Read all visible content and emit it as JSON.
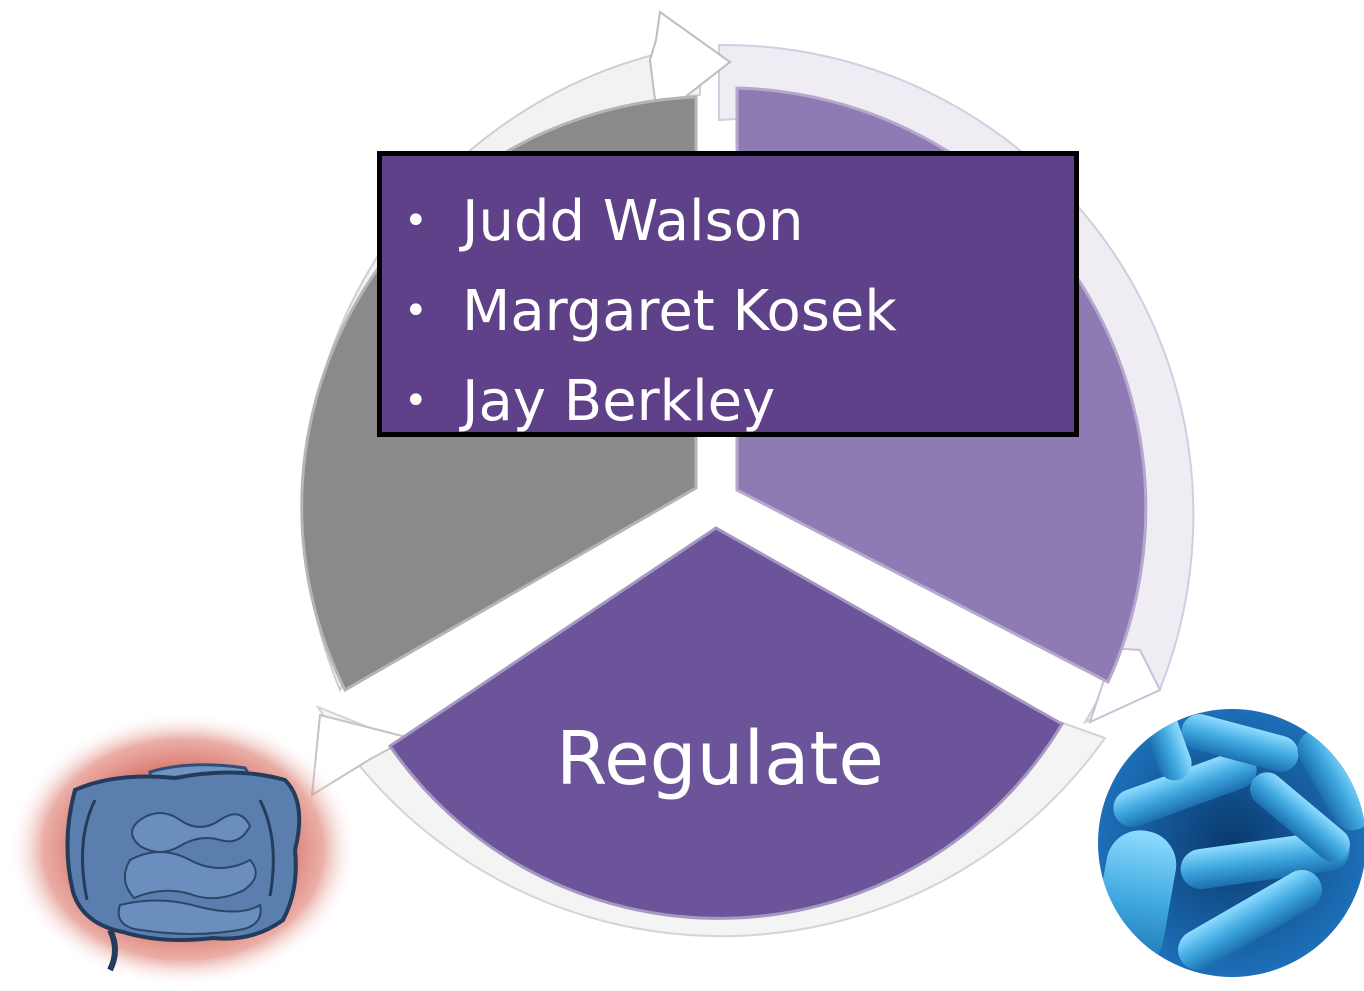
{
  "cycle": {
    "segments": [
      {
        "id": "top-right",
        "label": "",
        "color": "#8e7bb3"
      },
      {
        "id": "bottom",
        "label": "Regulate",
        "color": "#6b5499"
      },
      {
        "id": "left",
        "label": "",
        "color": "#8a8a8a"
      }
    ],
    "arrow_color": "#ffffff"
  },
  "name_box": {
    "names": [
      "Judd Walson",
      "Margaret Kosek",
      "Jay Berkley"
    ],
    "background": "#5f4189",
    "border_color": "#000000",
    "bullet": "•"
  },
  "images": [
    {
      "icon": "intestines-icon",
      "position_word": "bottom-left",
      "halo_color": "#c43a2c"
    },
    {
      "icon": "bacteria-icon",
      "position_word": "bottom-right",
      "color": "#3fa9e0"
    }
  ]
}
